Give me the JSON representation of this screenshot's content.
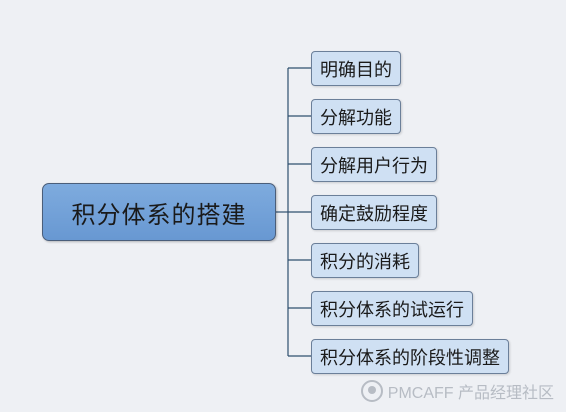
{
  "diagram": {
    "root": {
      "label": "积分体系的搭建"
    },
    "children": [
      {
        "label": "明确目的"
      },
      {
        "label": "分解功能"
      },
      {
        "label": "分解用户行为"
      },
      {
        "label": "确定鼓励程度"
      },
      {
        "label": "积分的消耗"
      },
      {
        "label": "积分体系的试运行"
      },
      {
        "label": "积分体系的阶段性调整"
      }
    ]
  },
  "watermark": {
    "text": "PMCAFF 产品经理社区"
  },
  "colors": {
    "background": "#eef0f4",
    "root_fill": "#6fa0d8",
    "child_fill": "#cfe0f3",
    "connector": "#2f4f6e"
  }
}
